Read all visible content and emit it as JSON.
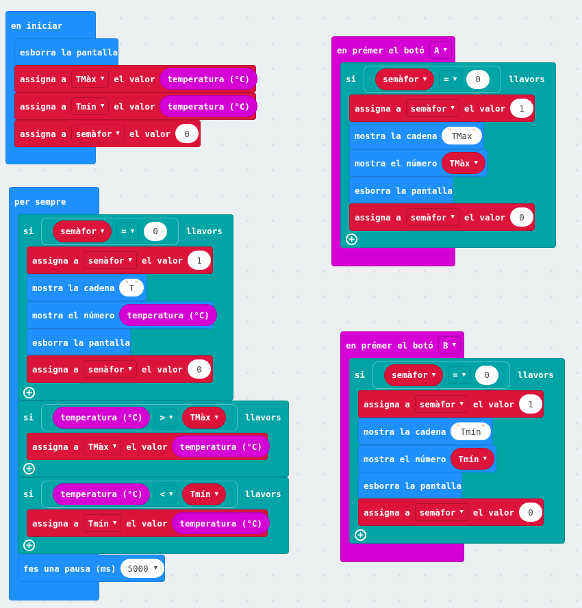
{
  "labels": {
    "on_start": "en iniciar",
    "forever": "per sempre",
    "on_button": "en prémer el botó",
    "clear": "esborra la pantalla",
    "set": "assigna a",
    "value": "el valor",
    "if": "si",
    "then": "llavors",
    "show_string": "mostra la cadena",
    "show_number": "mostra el número",
    "temp": "temperatura (°C)",
    "pause": "fes una pausa (ms)"
  },
  "vars": {
    "tmax": "TMàx",
    "tmin": "Tmín",
    "sem": "semàfor"
  },
  "on_start": {
    "sem_init": "0"
  },
  "forever": {
    "if1": {
      "op": "=",
      "cmp": "0",
      "set": "1",
      "string": "T",
      "reset": "0"
    },
    "if2": {
      "op": ">"
    },
    "if3": {
      "op": "<"
    },
    "pause": "5000"
  },
  "button_a": {
    "button": "A",
    "op": "=",
    "cmp": "0",
    "set": "1",
    "string": "TMax",
    "reset": "0"
  },
  "button_b": {
    "button": "B",
    "op": "=",
    "cmp": "0",
    "set": "1",
    "string": "Tmín",
    "reset": "0"
  },
  "colors": {
    "basic": "#1e90ff",
    "variables": "#dc143c",
    "logic": "#00a4a6",
    "input": "#d400d4"
  }
}
